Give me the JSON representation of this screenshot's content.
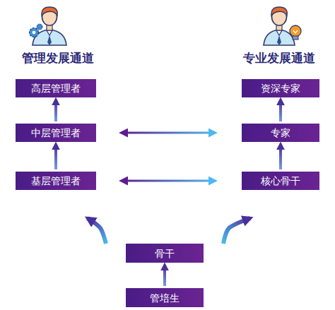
{
  "diagram": {
    "nodes": [
      {
        "text": [
          "高层管理者"
        ]
      },
      {
        "text": [
          "资深专家"
        ]
      },
      {
        "text": [
          "中层管理者"
        ]
      },
      {
        "text": [
          "专家"
        ]
      },
      {
        "text": [
          "基层管理者"
        ]
      },
      {
        "text": [
          "核心骨干"
        ]
      },
      {
        "text": [
          "骨干"
        ]
      },
      {
        "text": [
          "管培生"
        ]
      }
    ],
    "edges": [
      {
        "from": 7,
        "to": 6,
        "arrow": "to"
      },
      {
        "from": 6,
        "to": 4,
        "arrow": "to"
      },
      {
        "from": 6,
        "to": 5,
        "arrow": "to"
      },
      {
        "from": 4,
        "to": 2,
        "arrow": "to"
      },
      {
        "from": 2,
        "to": 0,
        "arrow": "to"
      },
      {
        "from": 5,
        "to": 3,
        "arrow": "to"
      },
      {
        "from": 3,
        "to": 1,
        "arrow": "to"
      },
      {
        "from": 2,
        "to": 3,
        "arrow": "both"
      },
      {
        "from": 4,
        "to": 5,
        "arrow": "both"
      }
    ],
    "labels": [
      "管理发展通道",
      "专业发展通道"
    ]
  }
}
